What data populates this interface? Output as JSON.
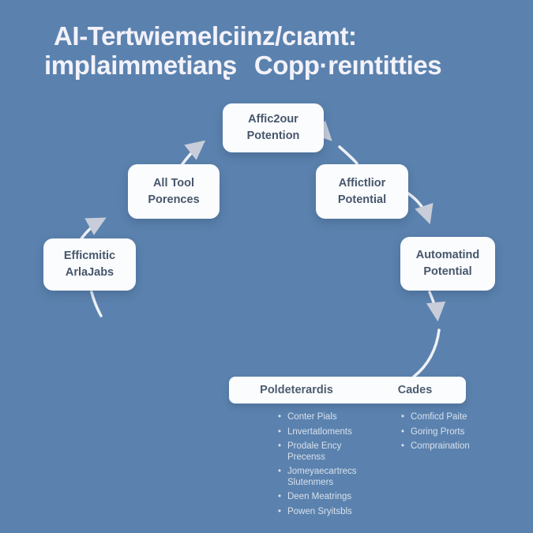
{
  "title": {
    "line1": "AI-Tertwiemelciinz/cıamt:",
    "line2a": "implaimmetianʂ",
    "line2b": "Copp·reıntitties"
  },
  "flow": {
    "nodes": [
      {
        "line1": "Efficmitic",
        "line2": "ArlaJabs"
      },
      {
        "line1": "All Tool",
        "line2": "Porences"
      },
      {
        "line1": "Affic2our",
        "line2": "Potention"
      },
      {
        "line1": "Affictlior",
        "line2": "Potential"
      },
      {
        "line1": "Automatind",
        "line2": "Potential"
      }
    ]
  },
  "legend": {
    "left_header": "Poldeterardis",
    "right_header": "Cades"
  },
  "bullets": {
    "left": [
      {
        "l1": "Conter Pials",
        "l2": ""
      },
      {
        "l1": "Lnvertatloments",
        "l2": ""
      },
      {
        "l1": "Prodale Ency",
        "l2": "Precenss"
      },
      {
        "l1": "Jomeyaecartrecs",
        "l2": "Slutenmers"
      },
      {
        "l1": "Deen Meatrings",
        "l2": ""
      },
      {
        "l1": "Powen Sryitsbls",
        "l2": ""
      }
    ],
    "right": [
      {
        "l1": "Comficd Paite",
        "l2": ""
      },
      {
        "l1": "Goring Prorts",
        "l2": ""
      },
      {
        "l1": "Compraination",
        "l2": ""
      }
    ]
  },
  "colors": {
    "background": "#5b82ae",
    "card": "#fbfcfe",
    "card_text": "#46566b",
    "title_text": "#f3f2fa",
    "bullet_text": "#d7e0ec",
    "arrow": "#eef1f7",
    "arrowhead": "#c8cdd9"
  }
}
